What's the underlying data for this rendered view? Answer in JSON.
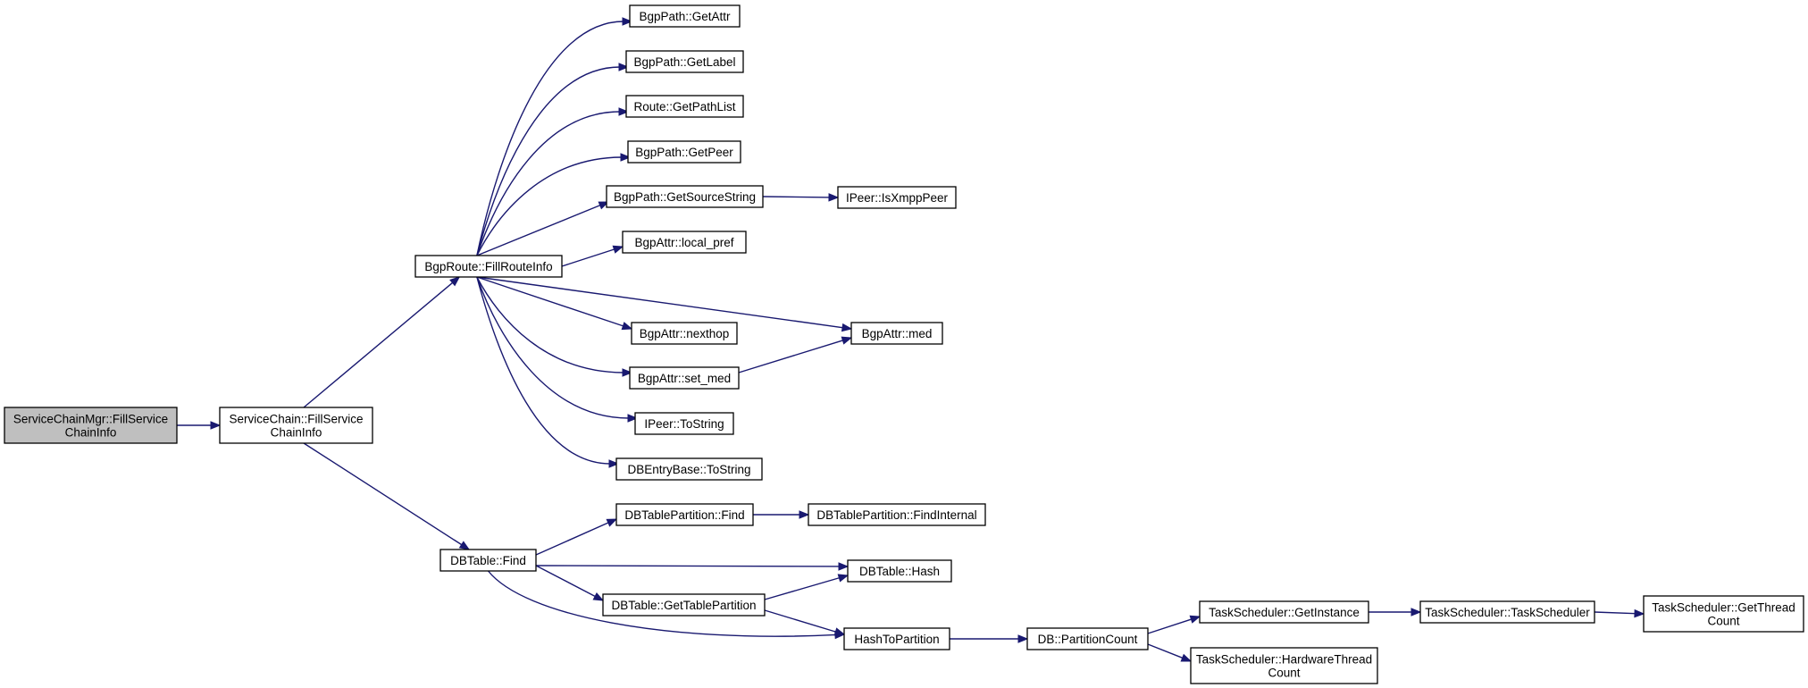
{
  "graph": {
    "nodes": [
      {
        "id": "root",
        "lines": [
          "ServiceChainMgr::FillService",
          "ChainInfo"
        ],
        "highlight": true
      },
      {
        "id": "sc_fill",
        "lines": [
          "ServiceChain::FillService",
          "ChainInfo"
        ]
      },
      {
        "id": "route_fill",
        "lines": [
          "BgpRoute::FillRouteInfo"
        ]
      },
      {
        "id": "get_attr",
        "lines": [
          "BgpPath::GetAttr"
        ]
      },
      {
        "id": "get_label",
        "lines": [
          "BgpPath::GetLabel"
        ]
      },
      {
        "id": "get_pathlist",
        "lines": [
          "Route::GetPathList"
        ]
      },
      {
        "id": "get_peer",
        "lines": [
          "BgpPath::GetPeer"
        ]
      },
      {
        "id": "get_source",
        "lines": [
          "BgpPath::GetSourceString"
        ]
      },
      {
        "id": "is_xmpp",
        "lines": [
          "IPeer::IsXmppPeer"
        ]
      },
      {
        "id": "local_pref",
        "lines": [
          "BgpAttr::local_pref"
        ]
      },
      {
        "id": "med",
        "lines": [
          "BgpAttr::med"
        ]
      },
      {
        "id": "nexthop",
        "lines": [
          "BgpAttr::nexthop"
        ]
      },
      {
        "id": "set_med",
        "lines": [
          "BgpAttr::set_med"
        ]
      },
      {
        "id": "ipeer_tostring",
        "lines": [
          "IPeer::ToString"
        ]
      },
      {
        "id": "dbentry_tostring",
        "lines": [
          "DBEntryBase::ToString"
        ]
      },
      {
        "id": "dbtable_find",
        "lines": [
          "DBTable::Find"
        ]
      },
      {
        "id": "partition_find",
        "lines": [
          "DBTablePartition::Find"
        ]
      },
      {
        "id": "find_internal",
        "lines": [
          "DBTablePartition::FindInternal"
        ]
      },
      {
        "id": "dbtable_hash",
        "lines": [
          "DBTable::Hash"
        ]
      },
      {
        "id": "get_table_partition",
        "lines": [
          "DBTable::GetTablePartition"
        ]
      },
      {
        "id": "hash_to_partition",
        "lines": [
          "HashToPartition"
        ]
      },
      {
        "id": "partition_count",
        "lines": [
          "DB::PartitionCount"
        ]
      },
      {
        "id": "get_instance",
        "lines": [
          "TaskScheduler::GetInstance"
        ]
      },
      {
        "id": "task_scheduler",
        "lines": [
          "TaskScheduler::TaskScheduler"
        ]
      },
      {
        "id": "get_thread_count",
        "lines": [
          "TaskScheduler::GetThread",
          "Count"
        ]
      },
      {
        "id": "hw_thread_count",
        "lines": [
          "TaskScheduler::HardwareThread",
          "Count"
        ]
      }
    ],
    "edges": [
      {
        "from": "root",
        "to": "sc_fill"
      },
      {
        "from": "sc_fill",
        "to": "route_fill"
      },
      {
        "from": "sc_fill",
        "to": "dbtable_find"
      },
      {
        "from": "route_fill",
        "to": "get_attr"
      },
      {
        "from": "route_fill",
        "to": "get_label"
      },
      {
        "from": "route_fill",
        "to": "get_pathlist"
      },
      {
        "from": "route_fill",
        "to": "get_peer"
      },
      {
        "from": "route_fill",
        "to": "get_source"
      },
      {
        "from": "route_fill",
        "to": "local_pref"
      },
      {
        "from": "route_fill",
        "to": "med"
      },
      {
        "from": "route_fill",
        "to": "nexthop"
      },
      {
        "from": "route_fill",
        "to": "set_med"
      },
      {
        "from": "route_fill",
        "to": "ipeer_tostring"
      },
      {
        "from": "route_fill",
        "to": "dbentry_tostring"
      },
      {
        "from": "get_source",
        "to": "is_xmpp"
      },
      {
        "from": "set_med",
        "to": "med"
      },
      {
        "from": "dbtable_find",
        "to": "partition_find"
      },
      {
        "from": "dbtable_find",
        "to": "dbtable_hash"
      },
      {
        "from": "dbtable_find",
        "to": "get_table_partition"
      },
      {
        "from": "dbtable_find",
        "to": "hash_to_partition"
      },
      {
        "from": "partition_find",
        "to": "find_internal"
      },
      {
        "from": "get_table_partition",
        "to": "dbtable_hash"
      },
      {
        "from": "get_table_partition",
        "to": "hash_to_partition"
      },
      {
        "from": "hash_to_partition",
        "to": "partition_count"
      },
      {
        "from": "partition_count",
        "to": "get_instance"
      },
      {
        "from": "partition_count",
        "to": "hw_thread_count"
      },
      {
        "from": "get_instance",
        "to": "task_scheduler"
      },
      {
        "from": "task_scheduler",
        "to": "get_thread_count"
      }
    ]
  },
  "colors": {
    "edge": "#191970",
    "node_border": "#000000",
    "root_fill": "#bfbfbf",
    "node_fill": "#ffffff"
  }
}
